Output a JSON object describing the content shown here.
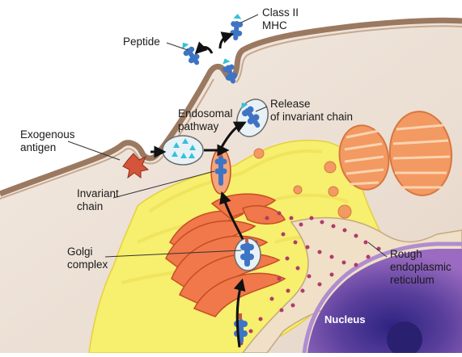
{
  "labels": {
    "class_ii_mhc": "Class II\nMHC",
    "peptide": "Peptide",
    "endosomal_pathway": "Endosomal\npathway",
    "release_invariant_chain": "Release\nof invariant chain",
    "exogenous_antigen": "Exogenous\nantigen",
    "invariant_chain": "Invariant\nchain",
    "golgi_complex": "Golgi\ncomplex",
    "rough_er": "Rough\nendoplasmic\nreticulum",
    "nucleus": "Nucleus"
  },
  "colors": {
    "cytoplasm": "#eee2d6",
    "membrane": "#9b7960",
    "golgi": "#f0784a",
    "er_yellow": "#f7ef6e",
    "nucleus": "#6a4aa8",
    "mhc_blue": "#3f74c4",
    "peptide_cyan": "#36c0d8",
    "antigen_red": "#d4553a",
    "ribosome": "#b13a6a",
    "mito": "#f29a62"
  }
}
